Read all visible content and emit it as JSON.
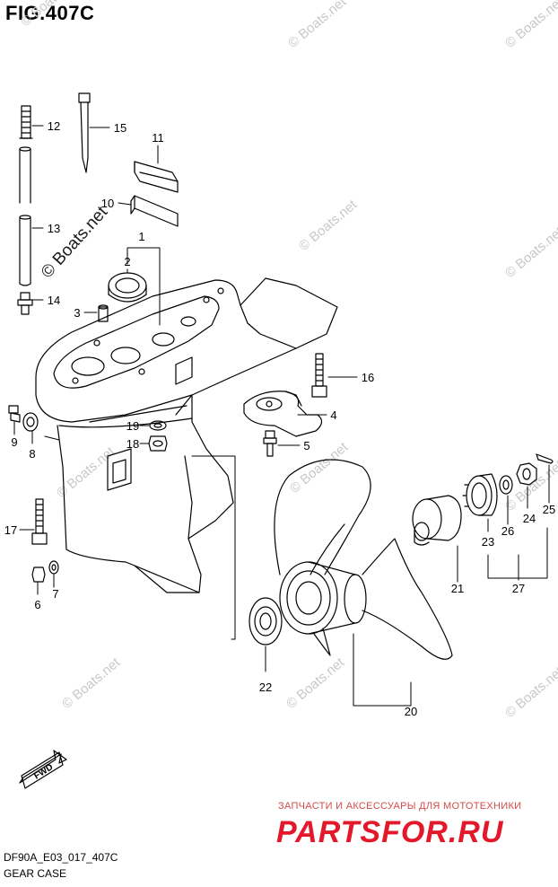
{
  "figure": {
    "title": "FIG.407C",
    "code": "DF90A_E03_017_407C",
    "name": "GEAR CASE"
  },
  "watermark": {
    "text": "© Boats.net"
  },
  "shop": {
    "tagline": "ЗАПЧАСТИ И АКСЕССУАРЫ ДЛЯ МОТОТЕХНИКИ",
    "logo": "PARTSFOR.RU",
    "logo_color": "#e3192b"
  },
  "direction_label": "FWD",
  "callouts": [
    {
      "id": "c1",
      "label": "1"
    },
    {
      "id": "c2",
      "label": "2"
    },
    {
      "id": "c3",
      "label": "3"
    },
    {
      "id": "c4",
      "label": "4"
    },
    {
      "id": "c5",
      "label": "5"
    },
    {
      "id": "c6",
      "label": "6"
    },
    {
      "id": "c7",
      "label": "7"
    },
    {
      "id": "c8",
      "label": "8"
    },
    {
      "id": "c9",
      "label": "9"
    },
    {
      "id": "c10",
      "label": "10"
    },
    {
      "id": "c11",
      "label": "11"
    },
    {
      "id": "c12",
      "label": "12"
    },
    {
      "id": "c13",
      "label": "13"
    },
    {
      "id": "c14",
      "label": "14"
    },
    {
      "id": "c15",
      "label": "15"
    },
    {
      "id": "c16",
      "label": "16"
    },
    {
      "id": "c17",
      "label": "17"
    },
    {
      "id": "c18",
      "label": "18"
    },
    {
      "id": "c19",
      "label": "19"
    },
    {
      "id": "c20",
      "label": "20"
    },
    {
      "id": "c21",
      "label": "21"
    },
    {
      "id": "c22",
      "label": "22"
    },
    {
      "id": "c23",
      "label": "23"
    },
    {
      "id": "c24",
      "label": "24"
    },
    {
      "id": "c25",
      "label": "25"
    },
    {
      "id": "c26",
      "label": "26"
    },
    {
      "id": "c27",
      "label": "27"
    }
  ]
}
